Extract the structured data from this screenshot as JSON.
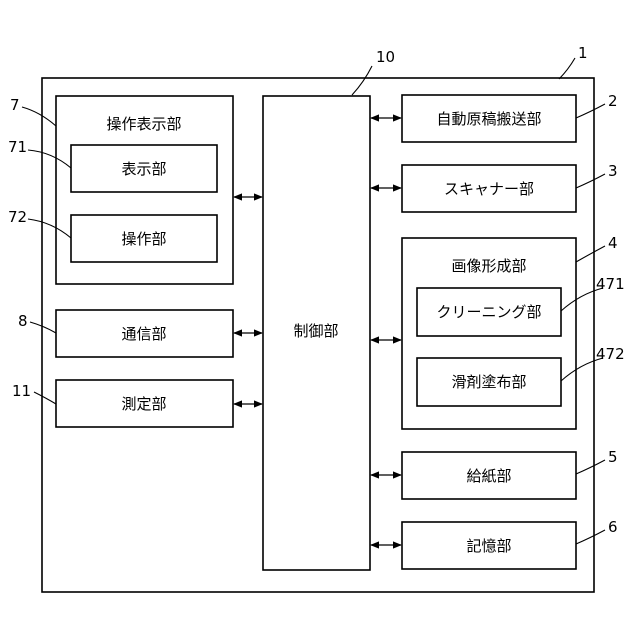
{
  "diagram": {
    "outer_ref": "1",
    "control": {
      "label": "制御部",
      "ref": "10"
    },
    "operation_display": {
      "label": "操作表示部",
      "ref": "7",
      "display": {
        "label": "表示部",
        "ref": "71"
      },
      "operation": {
        "label": "操作部",
        "ref": "72"
      }
    },
    "communication": {
      "label": "通信部",
      "ref": "8"
    },
    "measurement": {
      "label": "測定部",
      "ref": "11"
    },
    "adf": {
      "label": "自動原稿搬送部",
      "ref": "2"
    },
    "scanner": {
      "label": "スキャナー部",
      "ref": "3"
    },
    "image_forming": {
      "label": "画像形成部",
      "ref": "4",
      "cleaning": {
        "label": "クリーニング部",
        "ref": "471"
      },
      "lubricant": {
        "label": "滑剤塗布部",
        "ref": "472"
      }
    },
    "paper_feed": {
      "label": "給紙部",
      "ref": "5"
    },
    "storage": {
      "label": "記憶部",
      "ref": "6"
    }
  }
}
